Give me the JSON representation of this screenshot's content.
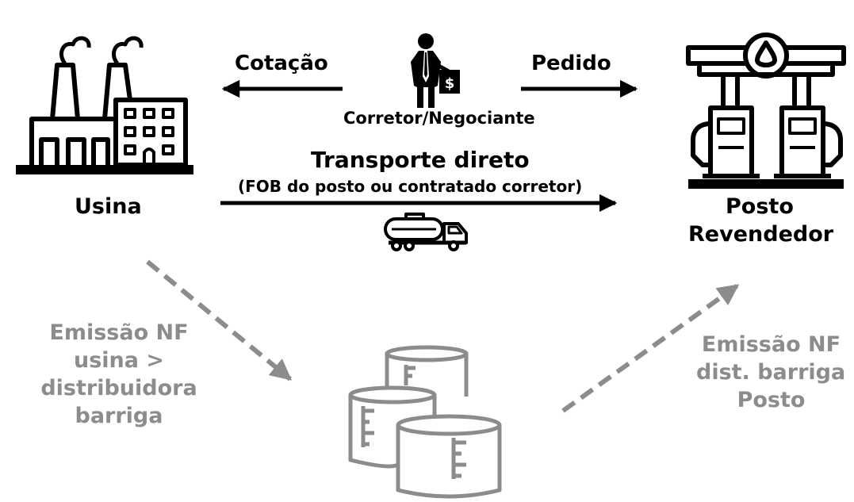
{
  "nodes": {
    "usina": {
      "label": "Usina"
    },
    "posto": {
      "line1": "Posto",
      "line2": "Revendedor"
    },
    "corretor": {
      "label": "Corretor/Negociante"
    }
  },
  "arrows": {
    "cotacao": "Cotação",
    "pedido": "Pedido",
    "transporte_title": "Transporte direto",
    "transporte_sub": "(FOB do posto ou contratado corretor)"
  },
  "notes": {
    "left": [
      "Emissão NF",
      "usina >",
      "distribuidora",
      "barriga"
    ],
    "right": [
      "Emissão NF",
      "dist. barriga >",
      "Posto"
    ]
  },
  "colors": {
    "primary": "#000000",
    "secondary": "#8c8c8c"
  },
  "icons": [
    "factory-icon",
    "businessman-icon",
    "gas-station-icon",
    "tanker-truck-icon",
    "storage-tanks-icon"
  ]
}
